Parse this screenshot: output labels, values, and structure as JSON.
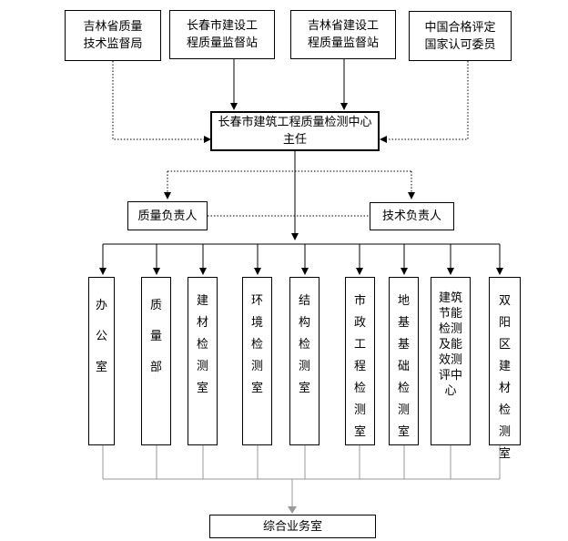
{
  "top_agencies": [
    {
      "label": "吉林省质量\n技术监督局"
    },
    {
      "label": "长春市建设工\n程质量监督站"
    },
    {
      "label": "吉林省建设工\n程质量监督站"
    },
    {
      "label": "中国合格评定\n国家认可委员"
    }
  ],
  "center": {
    "label": "长春市建筑工程质量检测中心\n主任"
  },
  "managers": [
    {
      "label": "质量负责人"
    },
    {
      "label": "技术负责人"
    }
  ],
  "departments": [
    {
      "label": "办公室"
    },
    {
      "label": "质量部"
    },
    {
      "label": "建材检测室"
    },
    {
      "label": "环境检测室"
    },
    {
      "label": "结构检测室"
    },
    {
      "label": "市政工程检测室"
    },
    {
      "label": "地基基础检测室"
    },
    {
      "label": "建筑节能检测及能效测评中心"
    },
    {
      "label": "双阳区建材检测室"
    }
  ],
  "bottom": {
    "label": "综合业务室"
  }
}
